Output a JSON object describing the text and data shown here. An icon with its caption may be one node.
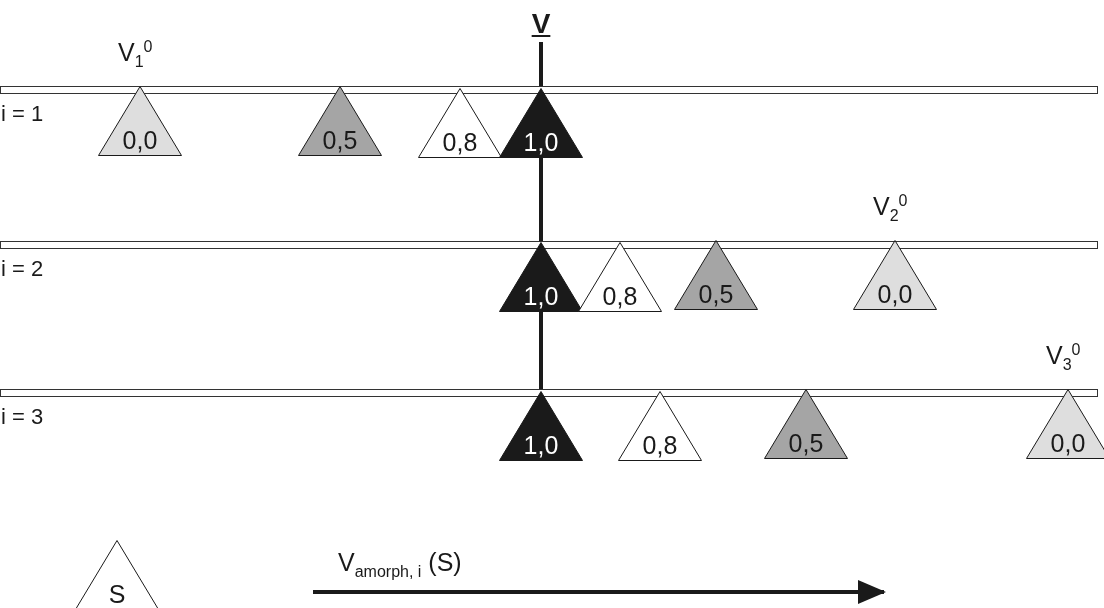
{
  "diagram": {
    "nodes": [
      {
        "text": [
          "V"
        ]
      },
      {
        "text": [
          "i = 1"
        ]
      },
      {
        "text": [
          "0,0"
        ],
        "beside": [
          "V$_{1}$$^{0}$"
        ]
      },
      {
        "text": [
          "0,5"
        ]
      },
      {
        "text": [
          "0,8"
        ]
      },
      {
        "text": [
          "1,0"
        ]
      },
      {
        "text": [
          "i = 2"
        ]
      },
      {
        "text": [
          "1,0"
        ]
      },
      {
        "text": [
          "0,8"
        ]
      },
      {
        "text": [
          "0,5"
        ]
      },
      {
        "text": [
          "0,0"
        ],
        "beside": [
          "V$_{2}$$^{0}$"
        ]
      },
      {
        "text": [
          "i = 3"
        ]
      },
      {
        "text": [
          "1,0"
        ]
      },
      {
        "text": [
          "0,8"
        ]
      },
      {
        "text": [
          "0,5"
        ]
      },
      {
        "text": [
          "0,0"
        ],
        "beside": [
          "V$_{3}$$^{0}$"
        ]
      },
      {
        "text": [
          "S"
        ]
      }
    ],
    "edges": [
      {
        "from": 0,
        "to": 5,
        "arrow": "none"
      },
      {
        "from": 5,
        "to": 7,
        "arrow": "none"
      },
      {
        "from": 7,
        "to": 12,
        "arrow": "none"
      }
    ],
    "labels": [
      "V$_{amorph, i}$ (S)"
    ]
  }
}
